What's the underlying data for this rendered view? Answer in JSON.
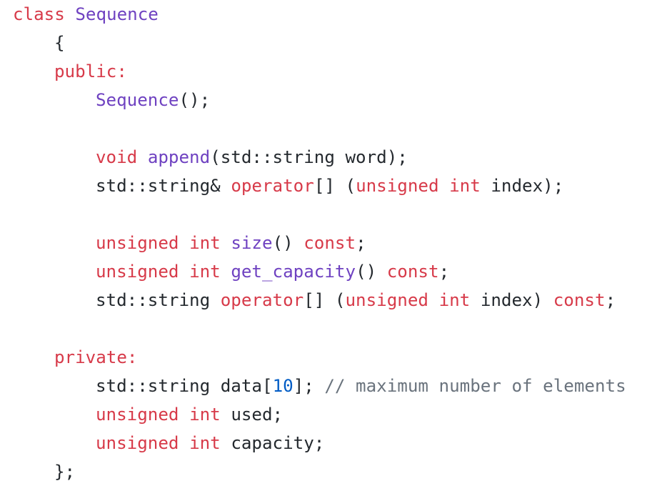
{
  "code": {
    "line1": {
      "kw": "class",
      "name": "Sequence"
    },
    "line2": {
      "text": "{"
    },
    "line3": {
      "kw": "public:"
    },
    "line4": {
      "fn": "Sequence",
      "rest": "();"
    },
    "line5": {
      "type": "void",
      "fn": "append",
      "rest": "(std::string word);"
    },
    "line6": {
      "pre": "std::string& ",
      "op": "operator",
      "mid": "[] (",
      "t1": "unsigned",
      "t2": "int",
      "rest": "index);"
    },
    "line7": {
      "t1": "unsigned",
      "t2": "int",
      "fn": "size",
      "mid": "() ",
      "c": "const",
      "end": ";"
    },
    "line8": {
      "t1": "unsigned",
      "t2": "int",
      "fn": "get_capacity",
      "mid": "() ",
      "c": "const",
      "end": ";"
    },
    "line9": {
      "pre": "std::string ",
      "op": "operator",
      "mid": "[] (",
      "t1": "unsigned",
      "t2": "int",
      "rest": "index) ",
      "c": "const",
      "end": ";"
    },
    "line10": {
      "kw": "private:"
    },
    "line11": {
      "pre": "std::string data[",
      "num": "10",
      "mid": "]; ",
      "comment": "// maximum number of elements"
    },
    "line12": {
      "t1": "unsigned",
      "t2": "int",
      "rest": "used;"
    },
    "line13": {
      "t1": "unsigned",
      "t2": "int",
      "rest": "capacity;"
    },
    "line14": {
      "text": "};"
    }
  }
}
